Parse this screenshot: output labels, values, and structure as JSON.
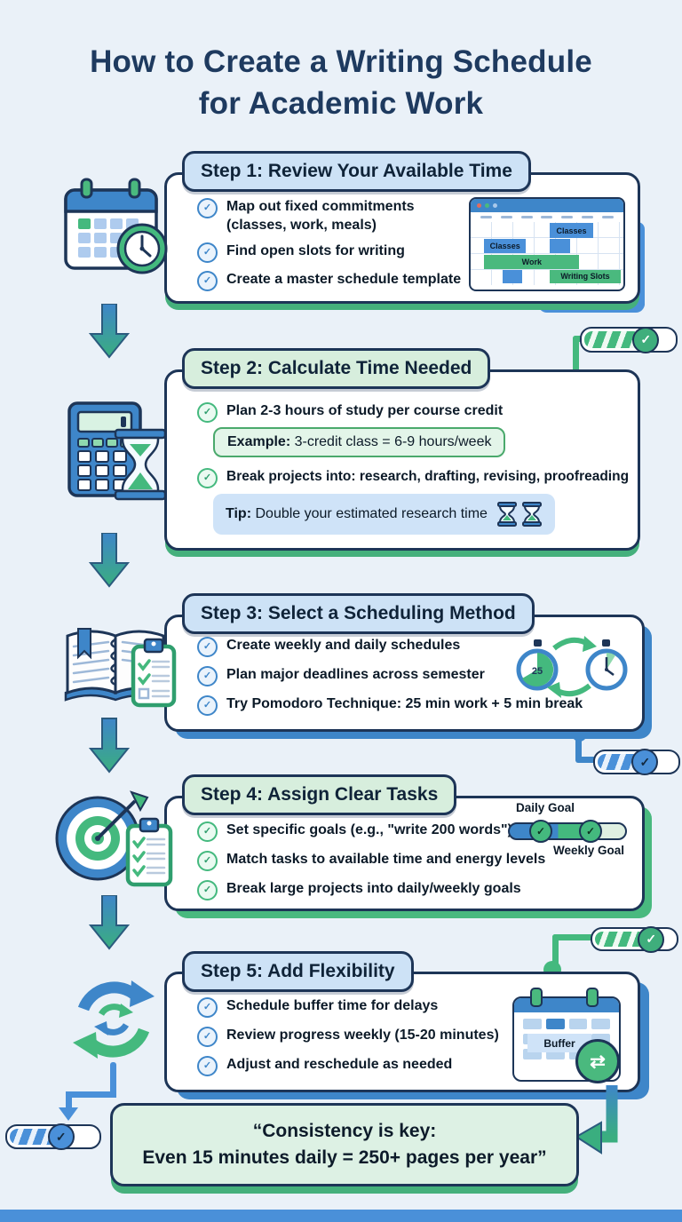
{
  "title": {
    "line1": "How to Create a Writing Schedule",
    "line2": "for Academic Work"
  },
  "icons": {
    "check": "✓",
    "swap": "⇄"
  },
  "steps": [
    {
      "heading": "Step 1: Review Your Available Time",
      "bullets": [
        "Map out fixed commitments (classes, work, meals)",
        "Find open slots for writing",
        "Create a master schedule template"
      ],
      "schedule": {
        "classes_a": "Classes",
        "classes_b": "Classes",
        "work": "Work",
        "writing_slots": "Writing Slots"
      }
    },
    {
      "heading": "Step 2: Calculate Time Needed",
      "bullets": [
        "Plan 2-3 hours of study per course credit",
        "Break projects into: research, drafting, revising, proofreading"
      ],
      "example_label": "Example:",
      "example_text": "3-credit class = 6-9 hours/week",
      "tip_label": "Tip:",
      "tip_text": "Double your estimated research time"
    },
    {
      "heading": "Step 3: Select a Scheduling Method",
      "bullets": [
        "Create weekly and daily schedules",
        "Plan major deadlines across semester",
        "Try Pomodoro Technique: 25 min work + 5 min break"
      ],
      "timer_minutes": "25"
    },
    {
      "heading": "Step 4: Assign Clear Tasks",
      "bullets": [
        "Set specific goals (e.g., \"write 200 words\")",
        "Match tasks to available time and energy levels",
        "Break large projects into daily/weekly goals"
      ],
      "slider_top_label": "Daily Goal",
      "slider_bottom_label": "Weekly Goal"
    },
    {
      "heading": "Step 5: Add Flexibility",
      "bullets": [
        "Schedule buffer time for delays",
        "Review progress weekly (15-20 minutes)",
        "Adjust and reschedule as needed"
      ],
      "calendar_label": "Buffer"
    }
  ],
  "quote": {
    "line1": "“Consistency is key:",
    "line2": "Even 15 minutes daily = 250+ pages per year”"
  },
  "colors": {
    "navy": "#1d3557",
    "accent_blue": "#4a90d9",
    "accent_green": "#44b97e",
    "header_blue": "#cde2f6",
    "header_green": "#d7eedd",
    "background": "#eaf1f8"
  }
}
